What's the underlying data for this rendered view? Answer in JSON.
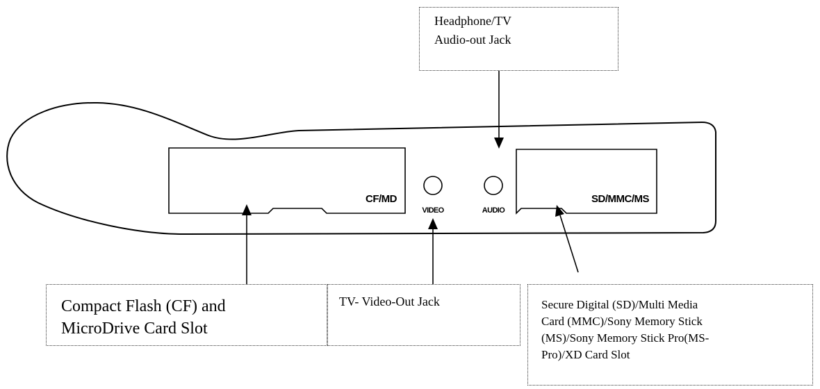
{
  "device": {
    "slot_cf_label": "CF/MD",
    "slot_sd_label": "SD/MMC/MS",
    "jack_video_label": "VIDEO",
    "jack_audio_label": "AUDIO"
  },
  "callouts": {
    "headphone": {
      "lines": [
        "Headphone/TV",
        "Audio-out Jack"
      ]
    },
    "cf": {
      "lines": [
        "Compact Flash (CF) and",
        "MicroDrive Card Slot"
      ]
    },
    "video": {
      "lines": [
        "TV- Video-Out Jack"
      ]
    },
    "sd": {
      "lines": [
        "Secure Digital (SD)/Multi Media",
        "Card (MMC)/Sony Memory Stick",
        "(MS)/Sony Memory Stick Pro(MS-",
        "Pro)/XD Card Slot"
      ]
    }
  },
  "colors": {
    "stroke": "#000000",
    "callout_border": "#333333",
    "background": "#ffffff"
  }
}
